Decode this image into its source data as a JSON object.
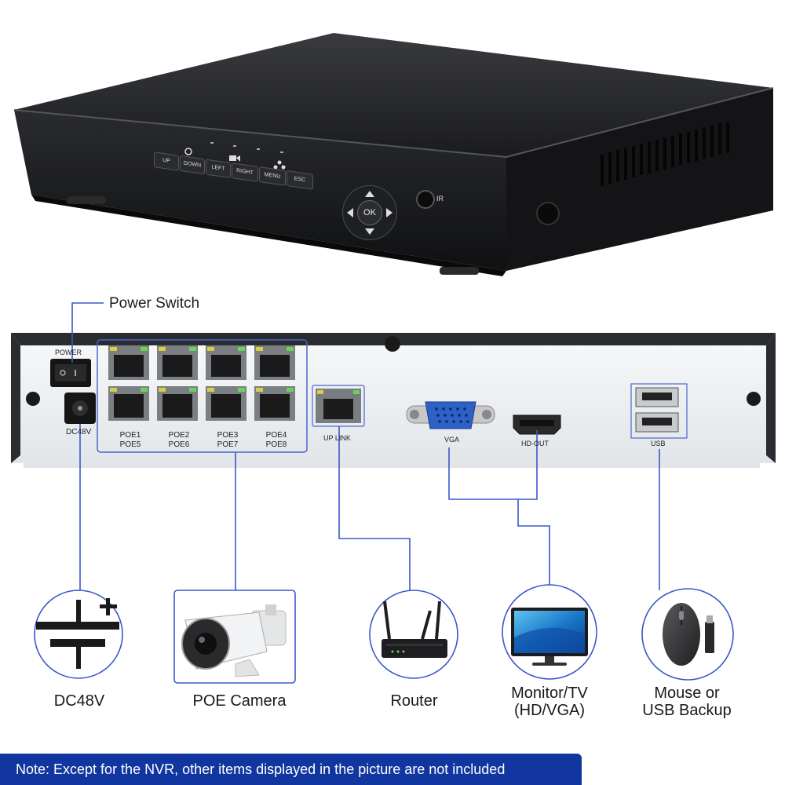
{
  "device": {
    "front_buttons": [
      "UP",
      "DOWN",
      "LEFT",
      "RIGHT",
      "MENU",
      "ESC"
    ],
    "nav_center": "OK",
    "ir_label": "IR"
  },
  "rear_panel": {
    "power_label": "POWER",
    "dc_label": "DC48V",
    "poe_ports": [
      {
        "top": "POE1",
        "bottom": "POE5"
      },
      {
        "top": "POE2",
        "bottom": "POE6"
      },
      {
        "top": "POE3",
        "bottom": "POE7"
      },
      {
        "top": "POE4",
        "bottom": "POE8"
      }
    ],
    "uplink_label": "UP LINK",
    "vga_label": "VGA",
    "hdmi_label": "HD-OUT",
    "usb_label": "USB"
  },
  "callout": {
    "power_switch": "Power Switch"
  },
  "accessories": [
    {
      "name": "dc48v",
      "label": "DC48V",
      "icon": "dc-power-symbol-icon"
    },
    {
      "name": "poe-camera",
      "label": "POE Camera",
      "icon": "bullet-camera-icon"
    },
    {
      "name": "router",
      "label": "Router",
      "icon": "router-icon"
    },
    {
      "name": "monitor",
      "label_line1": "Monitor/TV",
      "label_line2": "(HD/VGA)",
      "icon": "monitor-icon"
    },
    {
      "name": "mouse",
      "label_line1": "Mouse or",
      "label_line2": "USB Backup",
      "icon": "mouse-icon"
    }
  ],
  "note": "Note: Except for the NVR, other items displayed in the picture are not included",
  "colors": {
    "connector_line": "#3a58c8",
    "note_bg": "#12369f",
    "device_body": "#1c1c1e",
    "panel": "#eef1f4"
  }
}
